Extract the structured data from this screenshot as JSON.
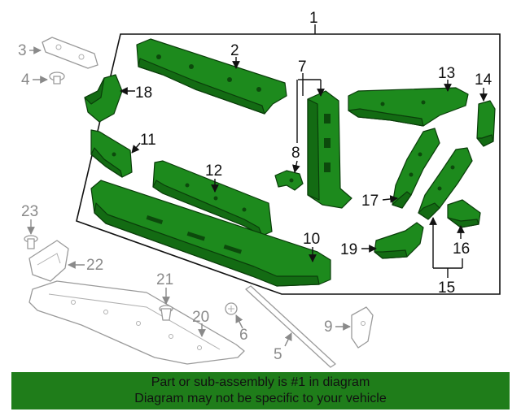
{
  "callouts": {
    "c1": "1",
    "c2": "2",
    "c3": "3",
    "c4": "4",
    "c5": "5",
    "c6": "6",
    "c7": "7",
    "c8": "8",
    "c9": "9",
    "c10": "10",
    "c11": "11",
    "c12": "12",
    "c13": "13",
    "c14": "14",
    "c15": "15",
    "c16": "16",
    "c17": "17",
    "c18": "18",
    "c19": "19",
    "c20": "20",
    "c21": "21",
    "c22": "22",
    "c23": "23"
  },
  "banner": {
    "line1": "Part or sub-assembly is #1 in diagram",
    "line2": "Diagram may not be specific to your vehicle"
  },
  "colors": {
    "highlight_part": "#1d8a1d",
    "banner_background": "#1f7d1a",
    "unhighlighted_part": "#9a9a9a"
  }
}
